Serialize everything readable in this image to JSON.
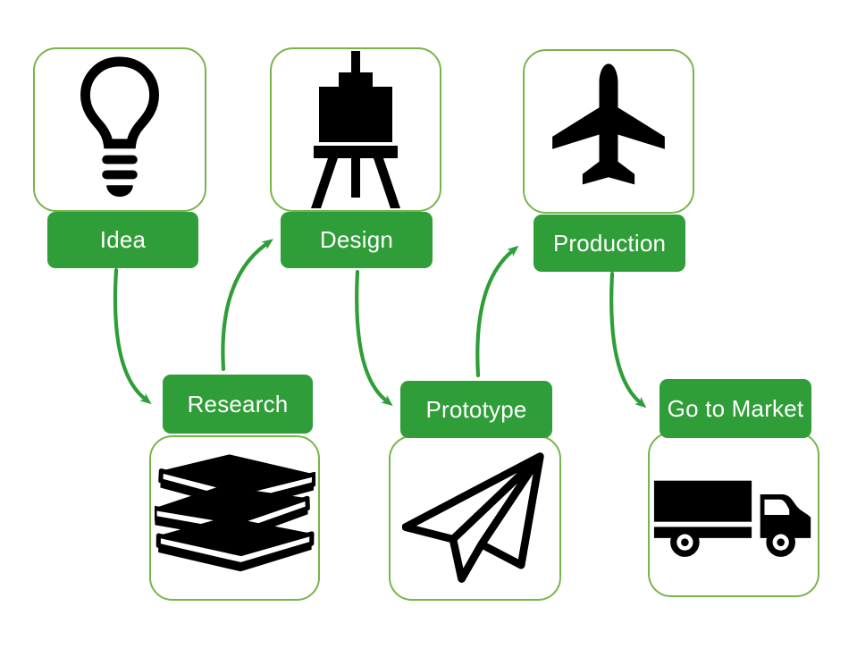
{
  "colors": {
    "label_fill": "#2f9e38",
    "label_text": "#ffffff",
    "box_border": "#77b54a",
    "arrow": "#2f9e38",
    "icon": "#000000",
    "background": "#ffffff"
  },
  "stages": [
    {
      "label": "Idea",
      "icon": "lightbulb-icon",
      "row": "top"
    },
    {
      "label": "Research",
      "icon": "books-icon",
      "row": "bottom"
    },
    {
      "label": "Design",
      "icon": "easel-icon",
      "row": "top"
    },
    {
      "label": "Prototype",
      "icon": "paper-plane-icon",
      "row": "bottom"
    },
    {
      "label": "Production",
      "icon": "airplane-icon",
      "row": "top"
    },
    {
      "label": "Go to Market",
      "icon": "truck-icon",
      "row": "bottom"
    }
  ],
  "connections": [
    {
      "from": "Idea",
      "to": "Research"
    },
    {
      "from": "Research",
      "to": "Design"
    },
    {
      "from": "Design",
      "to": "Prototype"
    },
    {
      "from": "Prototype",
      "to": "Production"
    },
    {
      "from": "Production",
      "to": "Go to Market"
    }
  ]
}
